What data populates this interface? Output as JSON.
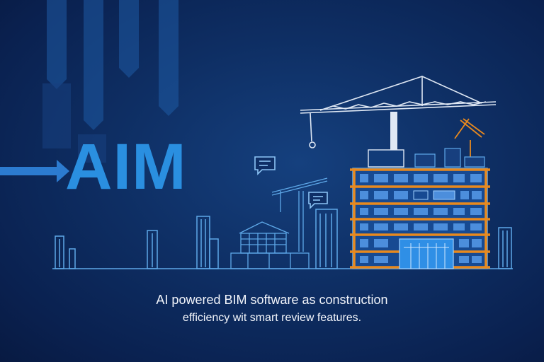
{
  "headline": "AIM",
  "tagline": {
    "line1": "AI powered BIM software as construction",
    "line2": "efficiency wit smart review features."
  },
  "colors": {
    "background": "#0e2e63",
    "accent_blue": "#2a8fe0",
    "line_blue": "#5ea8e8",
    "frame_orange": "#e8891e",
    "text_white": "#f2f5fb"
  },
  "icons": [
    "tower-crane-icon",
    "speech-bubble-icon",
    "building-icon",
    "excavator-crane-icon"
  ]
}
